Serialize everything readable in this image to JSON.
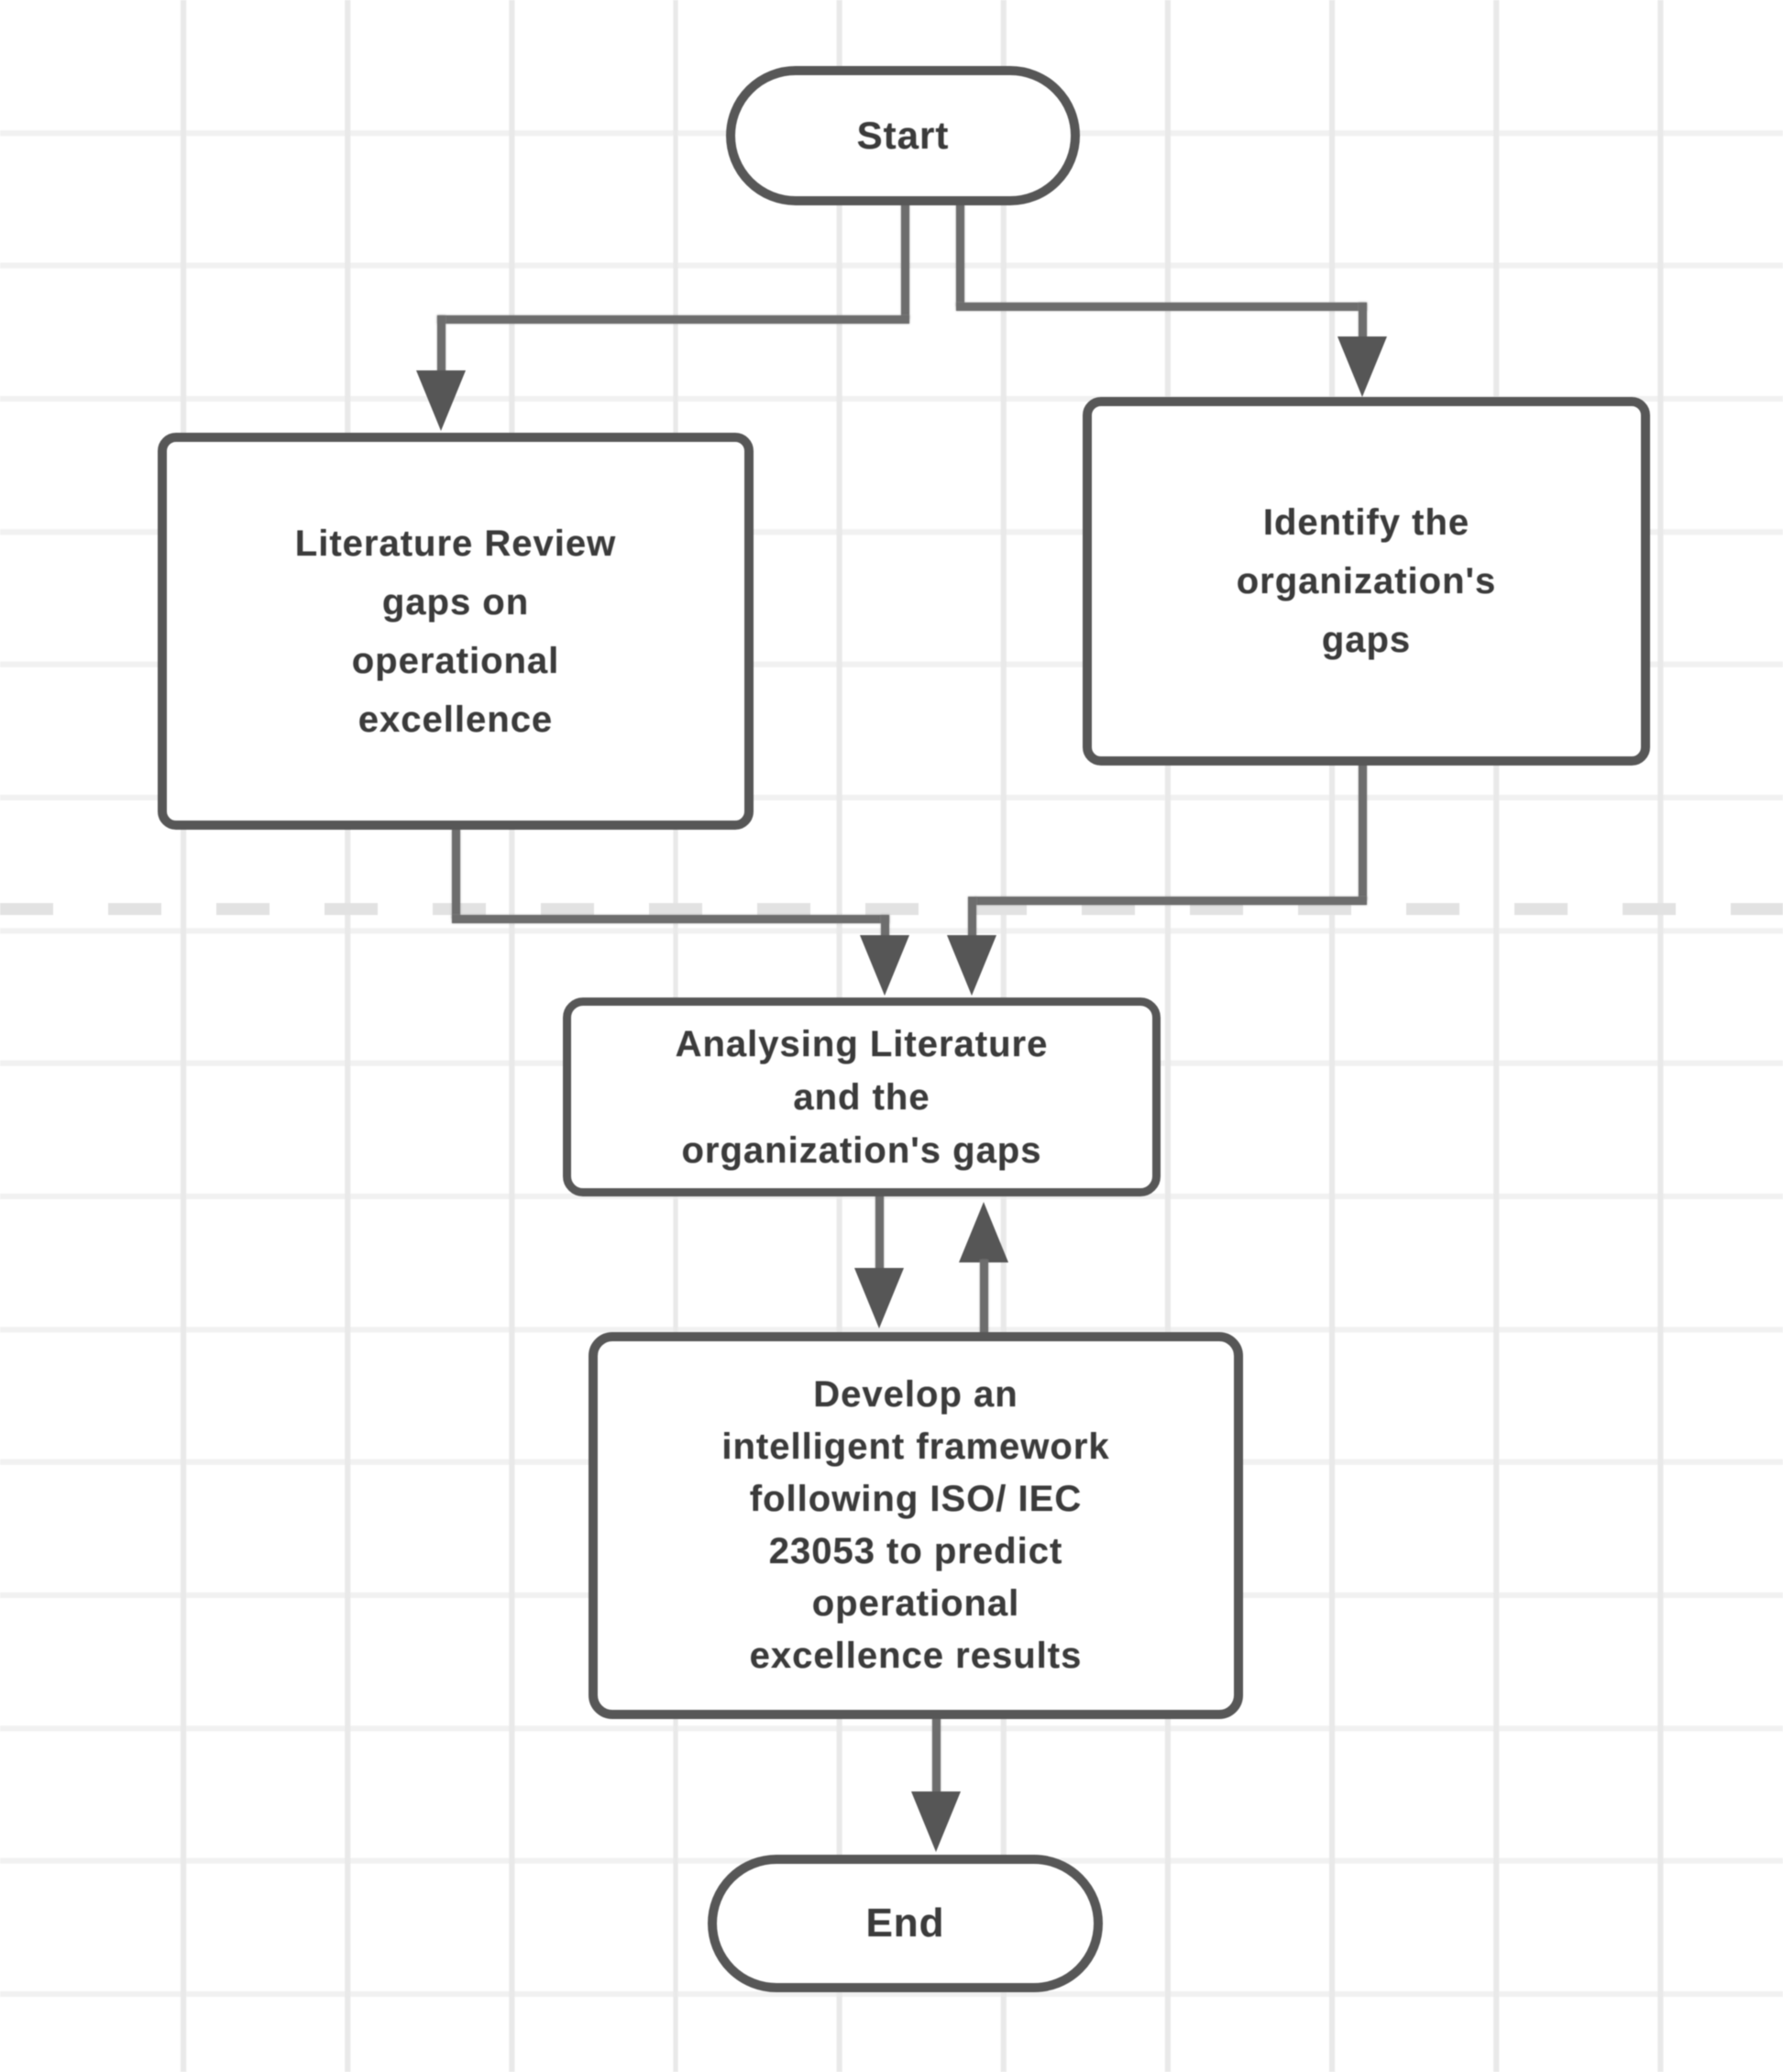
{
  "diagram": {
    "type": "flowchart",
    "colors": {
      "node_border": "#575757",
      "connector_line": "#6d6d6d",
      "arrowhead": "#565656",
      "text": "#3b3b3b",
      "node_fill": "#ffffff",
      "grid_line": "#ededed",
      "divider_dash": "#e2e2e2",
      "background": "#ffffff"
    },
    "nodes": {
      "start": {
        "shape": "terminator",
        "label": "Start"
      },
      "literature_review": {
        "shape": "process",
        "label": "Literature Review\ngaps on\noperational\nexcellence"
      },
      "identify_gaps": {
        "shape": "process",
        "label": "Identify the\norganization's\ngaps"
      },
      "analysing_gaps": {
        "shape": "process",
        "label": "Analysing Literature\nand the\norganization's gaps"
      },
      "develop_framework": {
        "shape": "process",
        "label": "Develop an\nintelligent framework\nfollowing ISO/ IEC\n23053 to predict\noperational\nexcellence results"
      },
      "end": {
        "shape": "terminator",
        "label": "End"
      }
    },
    "edges": [
      {
        "from": "start",
        "to": "literature_review",
        "direction": "down"
      },
      {
        "from": "start",
        "to": "identify_gaps",
        "direction": "down"
      },
      {
        "from": "literature_review",
        "to": "analysing_gaps",
        "direction": "down"
      },
      {
        "from": "identify_gaps",
        "to": "analysing_gaps",
        "direction": "down"
      },
      {
        "from": "analysing_gaps",
        "to": "develop_framework",
        "direction": "down"
      },
      {
        "from": "develop_framework",
        "to": "analysing_gaps",
        "direction": "up"
      },
      {
        "from": "develop_framework",
        "to": "end",
        "direction": "down"
      }
    ]
  }
}
